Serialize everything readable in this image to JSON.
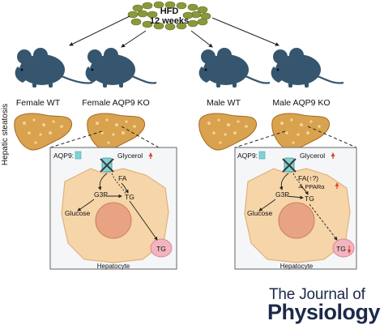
{
  "diet": {
    "line1": "HFD",
    "line2": "12 weeks"
  },
  "side_label": "Hepatic steatosis",
  "groups": [
    {
      "label": "Female WT"
    },
    {
      "label": "Female AQP9 KO"
    },
    {
      "label": "Male WT"
    },
    {
      "label": "Male AQP9 KO"
    }
  ],
  "panels": [
    {
      "aqp9": "AQP9:",
      "glycerol": "Glycerol",
      "fa": "FA",
      "g3p": "G3P",
      "tg": "TG",
      "glucose": "Glucose",
      "tg_droplet": "TG",
      "cell": "Hepatocyte",
      "ppar": ""
    },
    {
      "aqp9": "AQP9:",
      "glycerol": "Glycerol",
      "fa": "FA(↑?)",
      "g3p": "G3P",
      "tg": "TG",
      "glucose": "Glucose",
      "tg_droplet": "TG",
      "cell": "Hepatocyte",
      "ppar": "⇒ PPARα"
    }
  ],
  "journal": {
    "line1": "The Journal of",
    "line2": "Physiology"
  },
  "colors": {
    "mouse": "#35566e",
    "liver": "#d9a24f",
    "liver_dark": "#a66a23",
    "cell": "#f6d5a8",
    "nucleus": "#e8a382",
    "droplet": "#f2b5c0",
    "up_arrow": "#e1442a",
    "aqp_box": "#7fd3d6",
    "journal": "#1c2a4a",
    "pellet": "#8a9a3b"
  }
}
